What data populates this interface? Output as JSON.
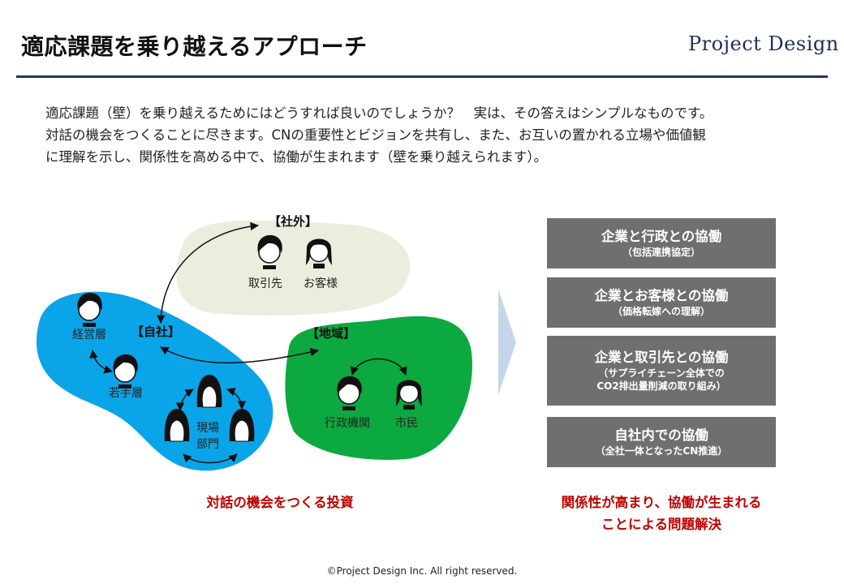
{
  "header": {
    "title": "適応課題を乗り越えるアプローチ",
    "logo_text": "Project Design"
  },
  "intro": {
    "lines": [
      "適応課題（壁）を乗り越えるためにはどうすれば良いのでしょうか？　実は、その答えはシンプルなものです。",
      "対話の機会をつくることに尽きます。CNの重要性とビジョンを共有し、また、お互いの置かれる立場や価値観",
      "に理解を示し、関係性を高める中で、協働が生まれます（壁を乗り越えられます）。"
    ]
  },
  "diagram": {
    "groups": {
      "external": "【社外】",
      "company": "【自社】",
      "region": "【地域】"
    },
    "people": {
      "supplier": "取引先",
      "customer": "お客様",
      "management": "経営層",
      "young": "若手層",
      "field_line1": "現場",
      "field_line2": "部門",
      "government": "行政機関",
      "citizen": "市民"
    },
    "caption": "対話の機会をつくる投資",
    "colors": {
      "company": "#0aa5e8",
      "region": "#0ca840",
      "external": "#ebedde",
      "arrow": "#c5d6ea"
    }
  },
  "collaborations": [
    {
      "title": "企業と行政との協働",
      "sub": [
        "（包括連携協定）"
      ]
    },
    {
      "title": "企業とお客様との協働",
      "sub": [
        "（価格転嫁への理解）"
      ]
    },
    {
      "title": "企業と取引先との協働",
      "sub": [
        "（サプライチェーン全体での",
        "CO2排出量削減の取り組み）"
      ]
    },
    {
      "title": "自社内での協働",
      "sub": [
        "（全社一体となったCN推進）"
      ]
    }
  ],
  "result": {
    "line1": "関係性が高まり、協働が生まれる",
    "line2": "ことによる問題解決"
  },
  "footer": "©Project Design Inc.  All right reserved."
}
